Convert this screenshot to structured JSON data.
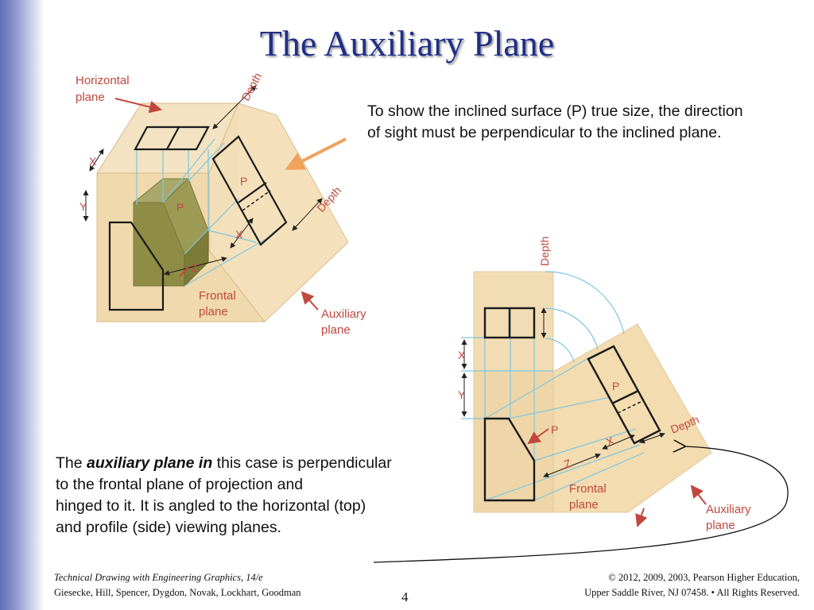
{
  "slide": {
    "title": "The Auxiliary Plane",
    "top_text": "To show the inclined surface (P) true size, the direction of sight must be perpendicular to the inclined plane.",
    "bottom_text": {
      "pre": "The ",
      "emphasis": "auxiliary plane in",
      "line1_rest": " this case is perpendicular",
      "line2": "to the frontal plane of projection and",
      "line3": "hinged to it. It is angled to the horizontal (top)",
      "line4": "and profile (side) viewing planes."
    },
    "page_number": "4"
  },
  "footer": {
    "book_title": "Technical Drawing with Engineering Graphics, 14/e",
    "authors": "Giesecke, Hill, Spencer, Dygdon, Novak, Lockhart, Goodman",
    "copyright_line1": "© 2012, 2009, 2003, Pearson Higher Education,",
    "copyright_line2": "Upper Saddle River, NJ 07458. • All Rights Reserved."
  },
  "diagram_3d": {
    "horizontal_plane_l1": "Horizontal",
    "horizontal_plane_l2": "plane",
    "depth_top": "Depth",
    "depth_right": "Depth",
    "x": "X",
    "y": "Y",
    "z": "Z",
    "p_top": "P",
    "p_block": "P",
    "frontal_l1": "Frontal",
    "frontal_l2": "plane",
    "auxiliary_l1": "Auxiliary",
    "auxiliary_l2": "plane"
  },
  "diagram_flat": {
    "depth_top": "Depth",
    "depth_right": "Depth",
    "x_left": "X",
    "y_left": "Y",
    "x_bottom": "X",
    "z_bottom": "Z",
    "p_aux": "P",
    "p_front": "P",
    "frontal_l1": "Frontal",
    "frontal_l2": "plane",
    "auxiliary_l1": "Auxiliary",
    "auxiliary_l2": "plane"
  },
  "colors": {
    "title": "#1f2f86",
    "plane_fill": "#f1dcb3",
    "label_red": "#c1483e",
    "projector_blue": "#7ec6e0",
    "arrow_orange": "#f0a35c"
  }
}
